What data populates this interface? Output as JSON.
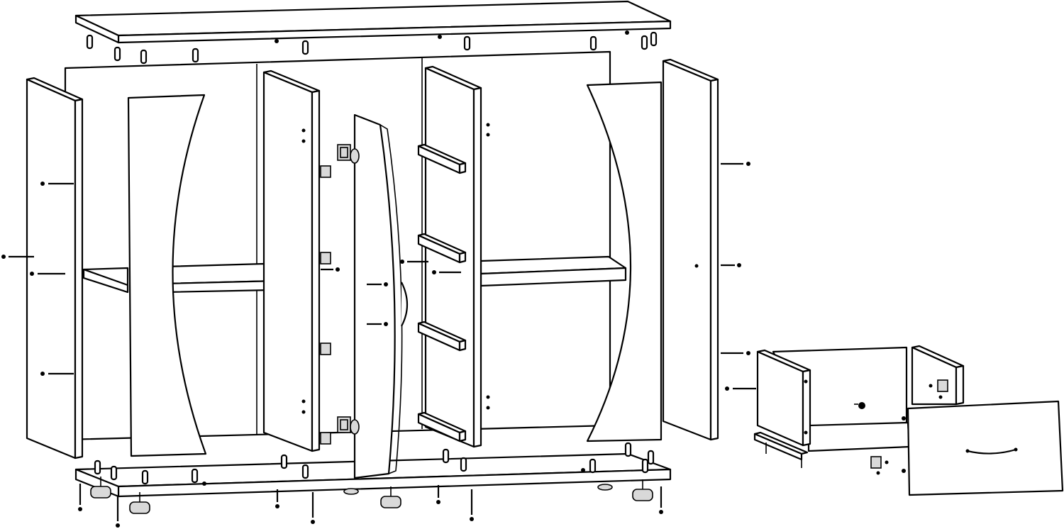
{
  "colors": {
    "line": "#000000",
    "paper": "#ffffff"
  },
  "parts": [
    "top-panel",
    "back-panel",
    "bottom-panel",
    "left-side-panel",
    "right-side-panel",
    "left-curved-door",
    "right-curved-door",
    "center-curved-door",
    "left-partition",
    "right-partition",
    "left-shelf",
    "center-shelf",
    "right-shelf",
    "hinge",
    "drawer-slide",
    "handle",
    "dowel",
    "screw",
    "leveling-foot",
    "drawer-back",
    "drawer-left-side",
    "drawer-right-side",
    "drawer-front",
    "drawer-runner"
  ]
}
